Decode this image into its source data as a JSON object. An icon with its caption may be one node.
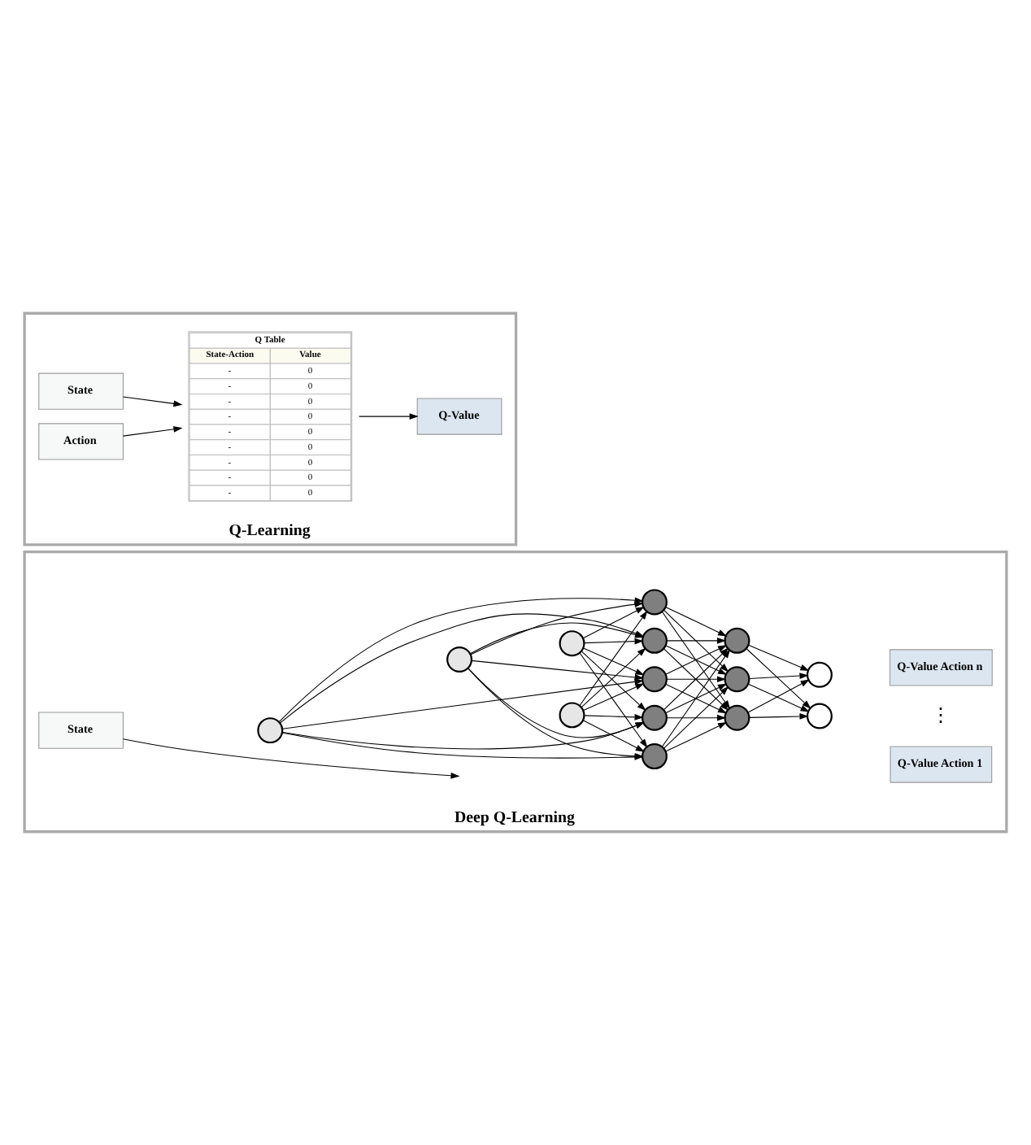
{
  "diagram": {
    "nodes": [
      {
        "text": [
          "Q-Learning"
        ]
      },
      {
        "text": [
          "State"
        ],
        "in": 0
      },
      {
        "text": [
          "Action"
        ],
        "in": 0
      },
      {
        "text": [
          "Q Table",
          "State-Action",
          "Value",
          "-",
          "0",
          "-",
          "0",
          "-",
          "0",
          "-",
          "0",
          "-",
          "0",
          "-",
          "0",
          "-",
          "0",
          "-",
          "0",
          "-",
          "0"
        ],
        "in": 0
      },
      {
        "text": [
          "Q-Value"
        ],
        "in": 0
      },
      {
        "text": [
          "Deep Q-Learning"
        ]
      },
      {
        "text": [
          "State"
        ],
        "in": 5
      },
      {
        "text": [],
        "shape": "circle",
        "in": 5
      },
      {
        "text": [],
        "shape": "circle",
        "in": 5
      },
      {
        "text": [],
        "shape": "circle",
        "in": 5
      },
      {
        "text": [],
        "shape": "circle",
        "in": 5
      },
      {
        "text": [],
        "shape": "circle",
        "in": 5
      },
      {
        "text": [],
        "shape": "circle",
        "in": 5
      },
      {
        "text": [],
        "shape": "circle",
        "in": 5
      },
      {
        "text": [],
        "shape": "circle",
        "in": 5
      },
      {
        "text": [],
        "shape": "circle",
        "in": 5
      },
      {
        "text": [],
        "shape": "circle",
        "in": 5
      },
      {
        "text": [],
        "shape": "circle",
        "in": 5
      },
      {
        "text": [],
        "shape": "circle",
        "in": 5
      },
      {
        "text": [],
        "shape": "circle",
        "in": 5
      },
      {
        "text": [],
        "shape": "circle",
        "in": 5
      },
      {
        "text": [
          "Q-Value Action 1"
        ],
        "in": 5
      },
      {
        "text": [
          "Q-Value Action n"
        ],
        "in": 5
      }
    ],
    "edges": [
      {
        "from": 1,
        "to": 3,
        "arrow": "to"
      },
      {
        "from": 2,
        "to": 3,
        "arrow": "to"
      },
      {
        "from": 3,
        "to": 4,
        "arrow": "to"
      },
      {
        "from": 6,
        "to": null,
        "arrow": "to"
      },
      {
        "from": 7,
        "to": 11,
        "arrow": "to"
      },
      {
        "from": 7,
        "to": 12,
        "arrow": "to"
      },
      {
        "from": 7,
        "to": 13,
        "arrow": "to"
      },
      {
        "from": 7,
        "to": 14,
        "arrow": "to"
      },
      {
        "from": 7,
        "to": 15,
        "arrow": "to"
      },
      {
        "from": 8,
        "to": 11,
        "arrow": "to"
      },
      {
        "from": 8,
        "to": 12,
        "arrow": "to"
      },
      {
        "from": 8,
        "to": 13,
        "arrow": "to"
      },
      {
        "from": 8,
        "to": 14,
        "arrow": "to"
      },
      {
        "from": 8,
        "to": 15,
        "arrow": "to"
      },
      {
        "from": 9,
        "to": 11,
        "arrow": "to"
      },
      {
        "from": 9,
        "to": 12,
        "arrow": "to"
      },
      {
        "from": 9,
        "to": 13,
        "arrow": "to"
      },
      {
        "from": 9,
        "to": 14,
        "arrow": "to"
      },
      {
        "from": 9,
        "to": 15,
        "arrow": "to"
      },
      {
        "from": 10,
        "to": 11,
        "arrow": "to"
      },
      {
        "from": 10,
        "to": 12,
        "arrow": "to"
      },
      {
        "from": 10,
        "to": 13,
        "arrow": "to"
      },
      {
        "from": 10,
        "to": 14,
        "arrow": "to"
      },
      {
        "from": 10,
        "to": 15,
        "arrow": "to"
      },
      {
        "from": 11,
        "to": 16,
        "arrow": "to"
      },
      {
        "from": 11,
        "to": 17,
        "arrow": "to"
      },
      {
        "from": 11,
        "to": 18,
        "arrow": "to"
      },
      {
        "from": 12,
        "to": 16,
        "arrow": "to"
      },
      {
        "from": 12,
        "to": 17,
        "arrow": "to"
      },
      {
        "from": 12,
        "to": 18,
        "arrow": "to"
      },
      {
        "from": 13,
        "to": 16,
        "arrow": "to"
      },
      {
        "from": 13,
        "to": 17,
        "arrow": "to"
      },
      {
        "from": 13,
        "to": 18,
        "arrow": "to"
      },
      {
        "from": 14,
        "to": 16,
        "arrow": "to"
      },
      {
        "from": 14,
        "to": 17,
        "arrow": "to"
      },
      {
        "from": 14,
        "to": 18,
        "arrow": "to"
      },
      {
        "from": 15,
        "to": 16,
        "arrow": "to"
      },
      {
        "from": 15,
        "to": 17,
        "arrow": "to"
      },
      {
        "from": 15,
        "to": 18,
        "arrow": "to"
      },
      {
        "from": 16,
        "to": 19,
        "arrow": "to"
      },
      {
        "from": 16,
        "to": 20,
        "arrow": "to"
      },
      {
        "from": 17,
        "to": 19,
        "arrow": "to"
      },
      {
        "from": 17,
        "to": 20,
        "arrow": "to"
      },
      {
        "from": 18,
        "to": 19,
        "arrow": "to"
      },
      {
        "from": 18,
        "to": 20,
        "arrow": "to"
      }
    ],
    "labels": [
      "⋮"
    ]
  }
}
